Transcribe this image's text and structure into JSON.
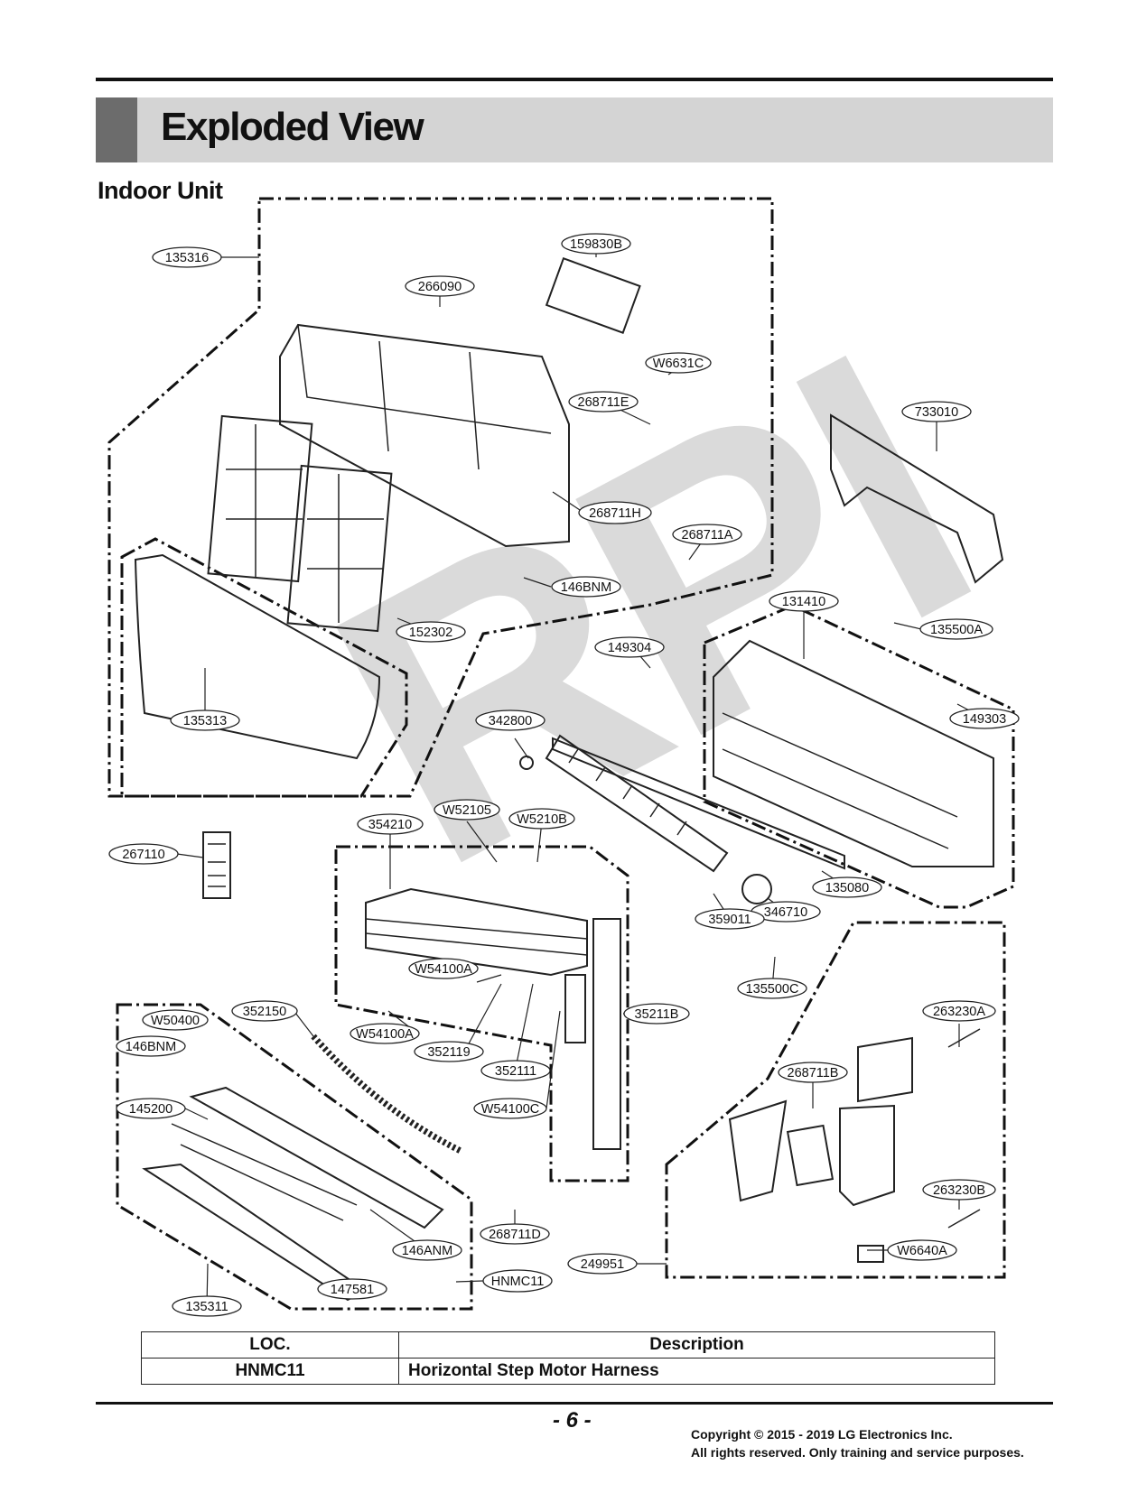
{
  "header": {
    "title": "Exploded View"
  },
  "section": {
    "title": "Indoor Unit"
  },
  "watermark": "RPI",
  "part_labels": [
    "135316",
    "159830B",
    "266090",
    "W6631C",
    "268711E",
    "733010",
    "268711H",
    "268711A",
    "146BNM",
    "152302",
    "131410",
    "135500A",
    "149304",
    "135313",
    "342800",
    "149303",
    "W52105",
    "W5210B",
    "354210",
    "267110",
    "135080",
    "346710",
    "359011",
    "W54100A",
    "135500C",
    "352150",
    "W50400",
    "35211B",
    "263230A",
    "146BNM",
    "W54100A",
    "352119",
    "352111",
    "268711B",
    "145200",
    "W54100C",
    "263230B",
    "268711D",
    "146ANM",
    "249951",
    "W6640A",
    "HNMC11",
    "147581",
    "135311"
  ],
  "loc_table": {
    "headers": {
      "loc": "LOC.",
      "description": "Description"
    },
    "rows": [
      {
        "loc": "HNMC11",
        "description": "Horizontal  Step Motor Harness"
      }
    ]
  },
  "footer": {
    "page": "- 6 -",
    "copyright_line1": "Copyright © 2015 - 2019 LG Electronics Inc.",
    "copyright_line2": "All rights reserved. Only training and service purposes."
  }
}
